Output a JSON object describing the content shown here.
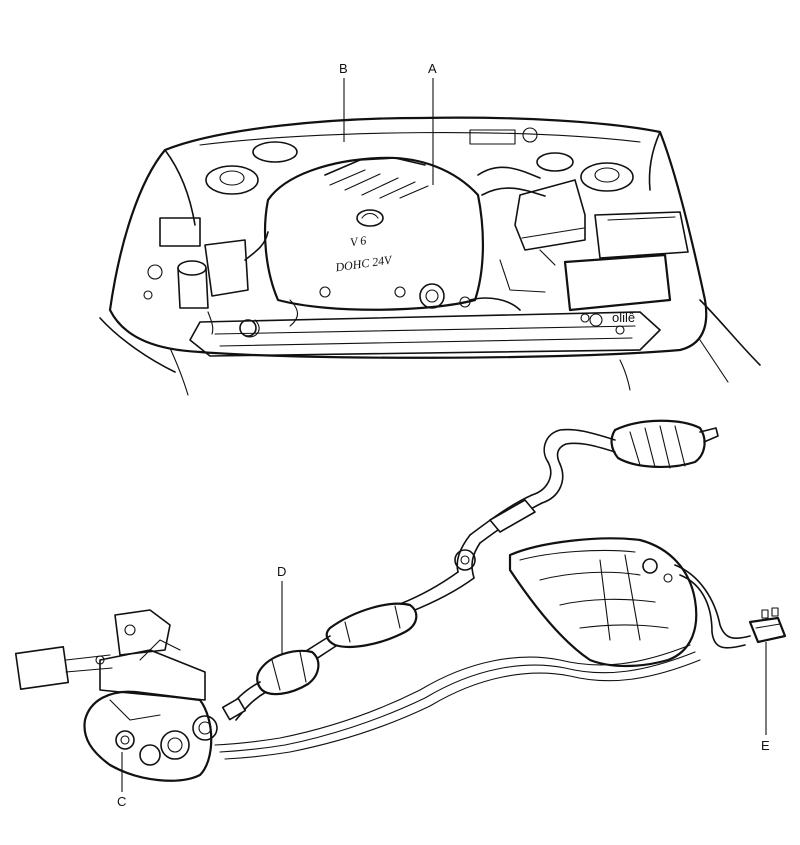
{
  "callouts": {
    "a": "A",
    "b": "B",
    "c": "C",
    "d": "D",
    "e": "E"
  },
  "engine_cover": {
    "badge": "V 6",
    "engine_code": "DOHC 24V"
  },
  "battery_label": "olilê",
  "colors": {
    "ink": "#111111",
    "background": "#ffffff"
  }
}
